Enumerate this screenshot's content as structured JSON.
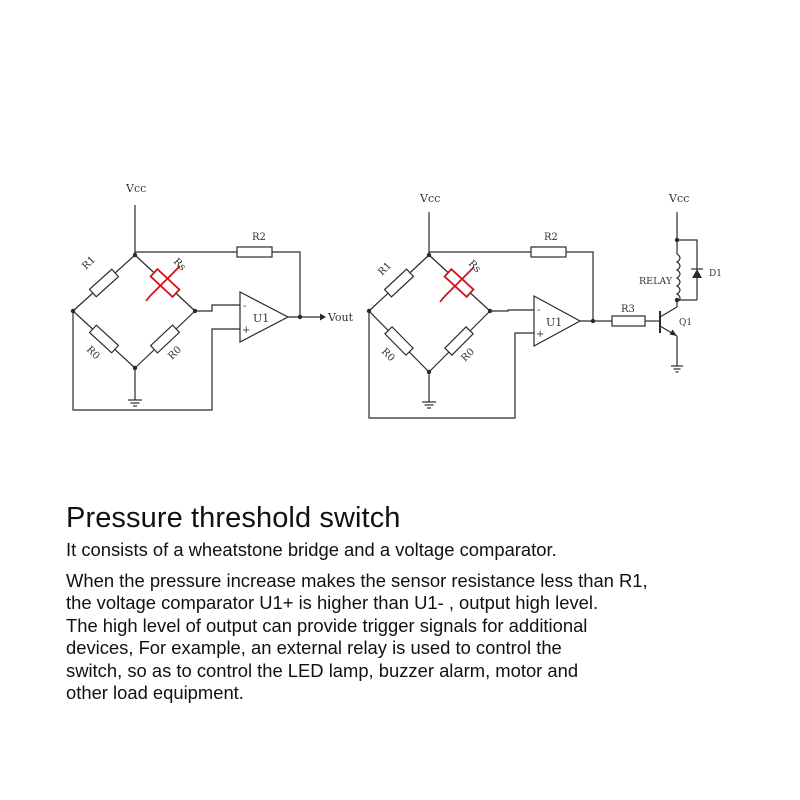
{
  "left_circuit": {
    "vcc": "Vcc",
    "r1": "R1",
    "rs": "Rs",
    "r2": "R2",
    "r0_left": "R0",
    "r0_right": "R0",
    "u1": "U1",
    "minus": "-",
    "plus": "+",
    "vout": "Vout"
  },
  "right_circuit": {
    "vcc": "Vcc",
    "r1": "R1",
    "rs": "Rs",
    "r2": "R2",
    "r0_left": "R0",
    "r0_right": "R0",
    "u1": "U1",
    "minus": "-",
    "plus": "+",
    "r3": "R3",
    "q1": "Q1",
    "relay": "RELAY",
    "d1": "D1",
    "vcc_relay": "Vcc"
  },
  "description": {
    "title": "Pressure threshold switch",
    "line1": "It consists of a wheatstone bridge and a voltage comparator.",
    "paragraph_lines": [
      "When the pressure increase makes the sensor resistance less than R1,",
      "the voltage comparator U1+ is higher than U1- , output high level.",
      "The high level of output can provide trigger signals for additional",
      "devices, For example, an external relay is used to control the",
      "switch, so as to control the LED lamp, buzzer alarm, motor and",
      "other load equipment."
    ]
  },
  "colors": {
    "wire": "#2b2b2b",
    "sensor_resistor": "#d6101b",
    "text": "#111111",
    "background": "#ffffff"
  }
}
